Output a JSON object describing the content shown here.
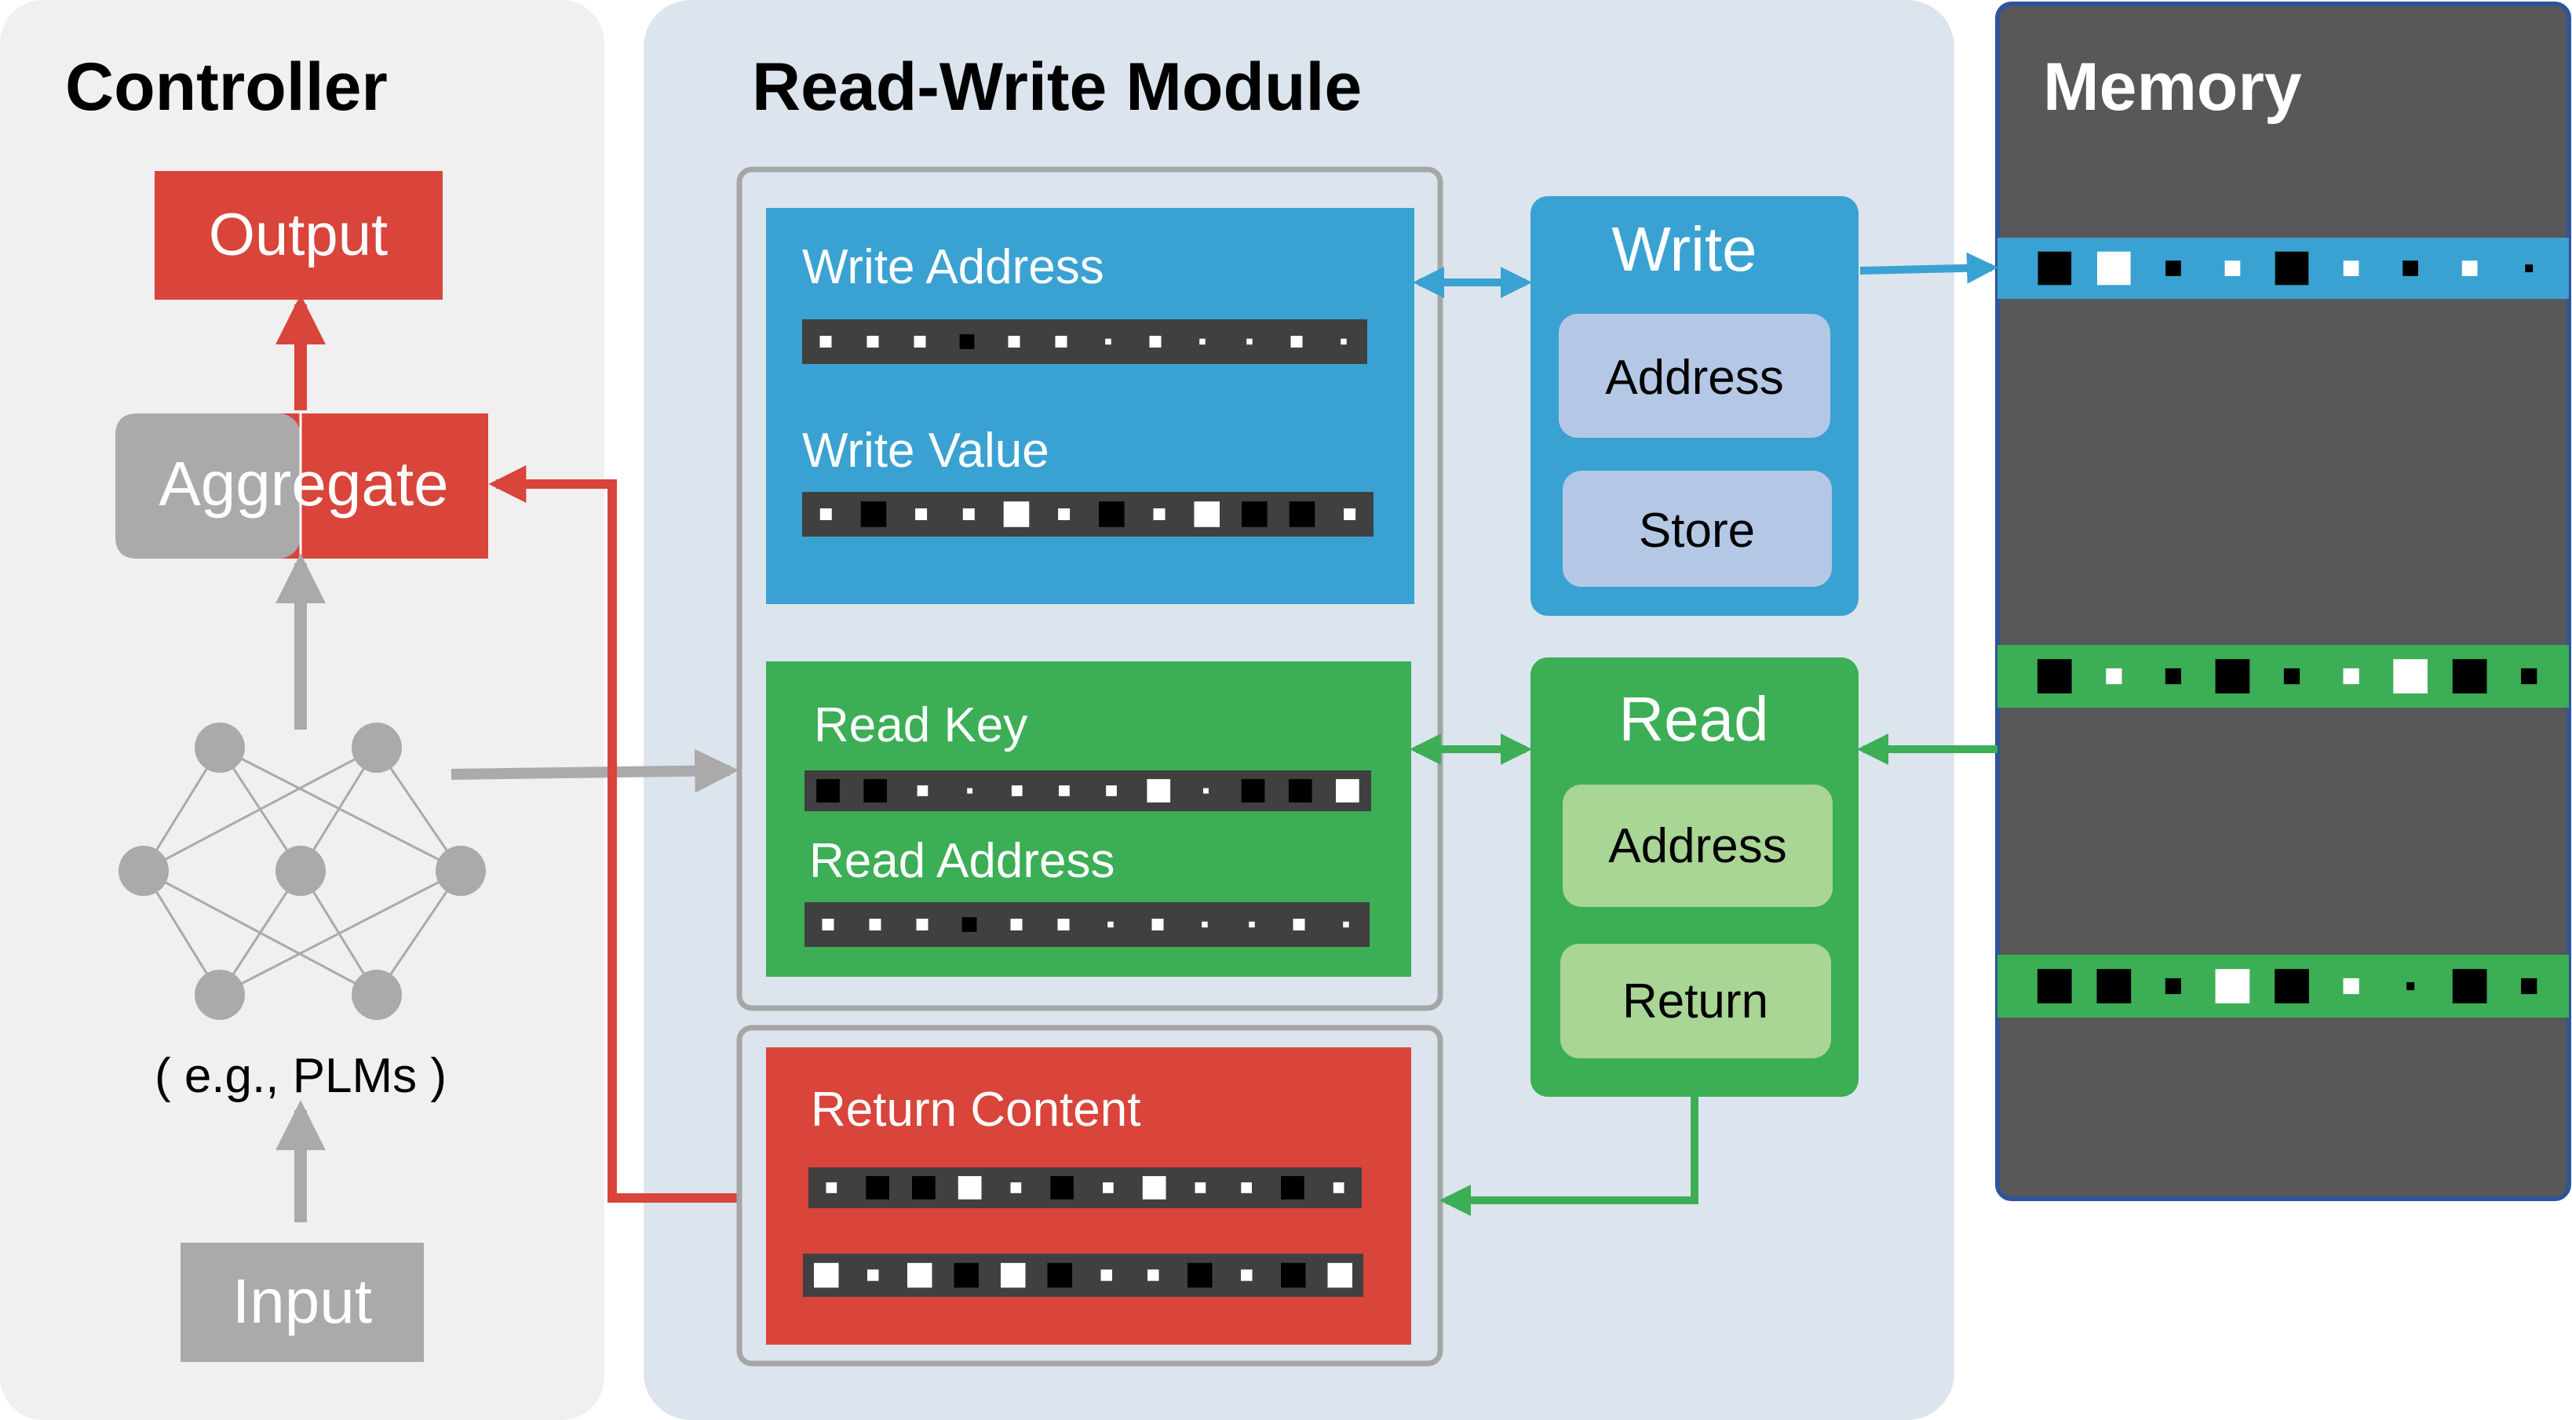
{
  "panels": {
    "controller": {
      "title": "Controller"
    },
    "read_write_module": {
      "title": "Read-Write Module"
    },
    "memory": {
      "title": "Memory"
    }
  },
  "controller": {
    "output_label": "Output",
    "aggregate_label": "Aggregate",
    "model_caption": "( e.g., PLMs )",
    "input_label": "Input"
  },
  "rw_module": {
    "write_address_label": "Write Address",
    "write_value_label": "Write Value",
    "read_key_label": "Read Key",
    "read_address_label": "Read Address",
    "return_content_label": "Return Content"
  },
  "ops": {
    "write": {
      "title": "Write",
      "address": "Address",
      "store": "Store"
    },
    "read": {
      "title": "Read",
      "address": "Address",
      "return": "Return"
    }
  },
  "colors": {
    "controller_bg": "#f0f0f0",
    "module_bg": "#dce4ee",
    "memory_bg": "#585858",
    "memory_border": "#2f5597",
    "red": "#d9443b",
    "gray": "#aba9a9",
    "blue": "#3aa2d2",
    "green": "#3cae55",
    "light_blue": "#b4c8e6",
    "light_green": "#a9d595",
    "strip": "#404040"
  },
  "vectors": {
    "write_address": [
      "s",
      "s",
      "s",
      "m",
      "s",
      "s",
      "t",
      "s",
      "t",
      "t",
      "s",
      "t"
    ],
    "write_value": [
      "s",
      "D",
      "s",
      "s",
      "W",
      "s",
      "D",
      "s",
      "W",
      "D",
      "D",
      "s"
    ],
    "read_key": [
      "D",
      "D",
      "s",
      "t",
      "s",
      "s",
      "s",
      "W",
      "t",
      "D",
      "D",
      "W"
    ],
    "read_address": [
      "s",
      "s",
      "s",
      "m",
      "s",
      "s",
      "t",
      "s",
      "t",
      "t",
      "s",
      "t"
    ],
    "return_content_1": [
      "s",
      "D",
      "D",
      "W",
      "s",
      "D",
      "s",
      "W",
      "s",
      "s",
      "D",
      "s"
    ],
    "return_content_2": [
      "W",
      "s",
      "W",
      "D",
      "W",
      "D",
      "s",
      "s",
      "D",
      "s",
      "D",
      "W"
    ],
    "memory_row_1": [
      "D",
      "W",
      "s",
      "s",
      "D",
      "s",
      "s",
      "s",
      "t"
    ],
    "memory_row_2": [
      "D",
      "s",
      "s",
      "D",
      "s",
      "s",
      "W",
      "D",
      "s"
    ],
    "memory_row_3": [
      "D",
      "D",
      "s",
      "W",
      "D",
      "s",
      "t",
      "D",
      "s"
    ]
  }
}
